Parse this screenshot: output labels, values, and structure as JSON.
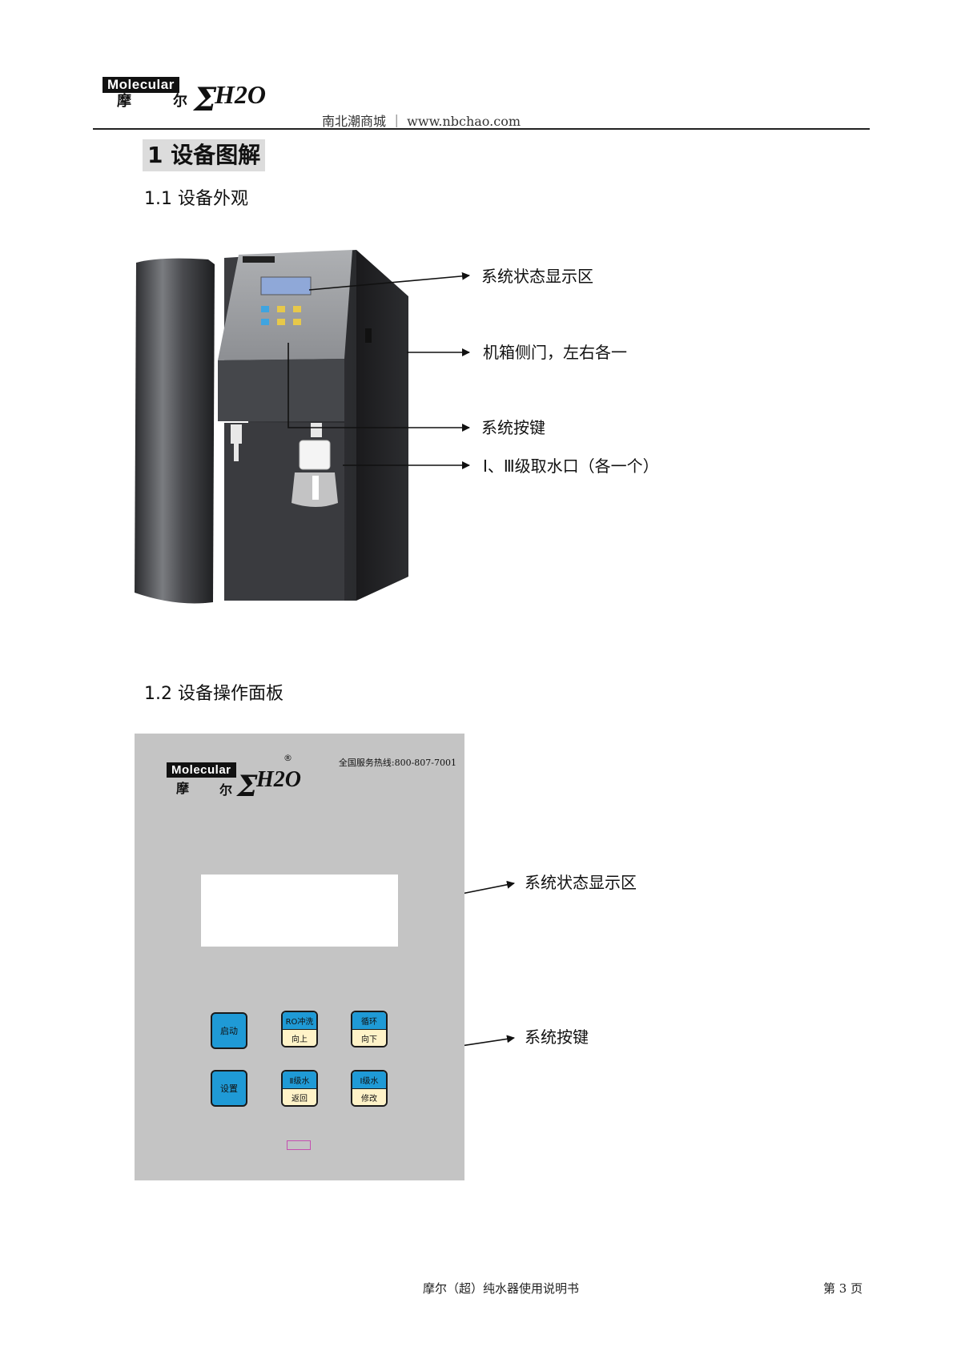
{
  "header": {
    "logo_en": "Molecular",
    "logo_cn_1": "摩",
    "logo_cn_2": "尔",
    "logo_sigma": "Σ",
    "logo_h2o": "H2O",
    "site": "南北潮商城 ｜ www.nbchao.com"
  },
  "section1": {
    "title": "1 设备图解",
    "sub1": "1.1 设备外观",
    "sub2": "1.2 设备操作面板"
  },
  "appearance_callouts": {
    "display": "系统状态显示区",
    "side_door": "机箱侧门，左右各一",
    "keys": "系统按键",
    "outlets": "Ⅰ、Ⅲ级取水口（各一个）"
  },
  "panel": {
    "logo_en": "Molecular",
    "logo_cn_1": "摩",
    "logo_cn_2": "尔",
    "logo_sigma": "Σ",
    "logo_h2o": "H2O",
    "registered": "®",
    "hotline": "全国服务热线:800-807-7001",
    "buttons": {
      "start": "启动",
      "settings": "设置",
      "ro_top": "RO冲洗",
      "ro_bottom": "向上",
      "cycle_top": "循环",
      "cycle_bottom": "向下",
      "level2_top": "Ⅱ级水",
      "level2_bottom": "返回",
      "level1_top": "Ⅰ级水",
      "level1_bottom": "修改"
    }
  },
  "panel_callouts": {
    "display": "系统状态显示区",
    "keys": "系统按键"
  },
  "footer": {
    "title": "摩尔（超）纯水器使用说明书",
    "page": "第 3 页"
  },
  "colors": {
    "panel_bg": "#c4c4c4",
    "button_blue": "#1f9ad6",
    "button_cream": "#fff3c8",
    "device_dark": "#3a3b3e"
  }
}
